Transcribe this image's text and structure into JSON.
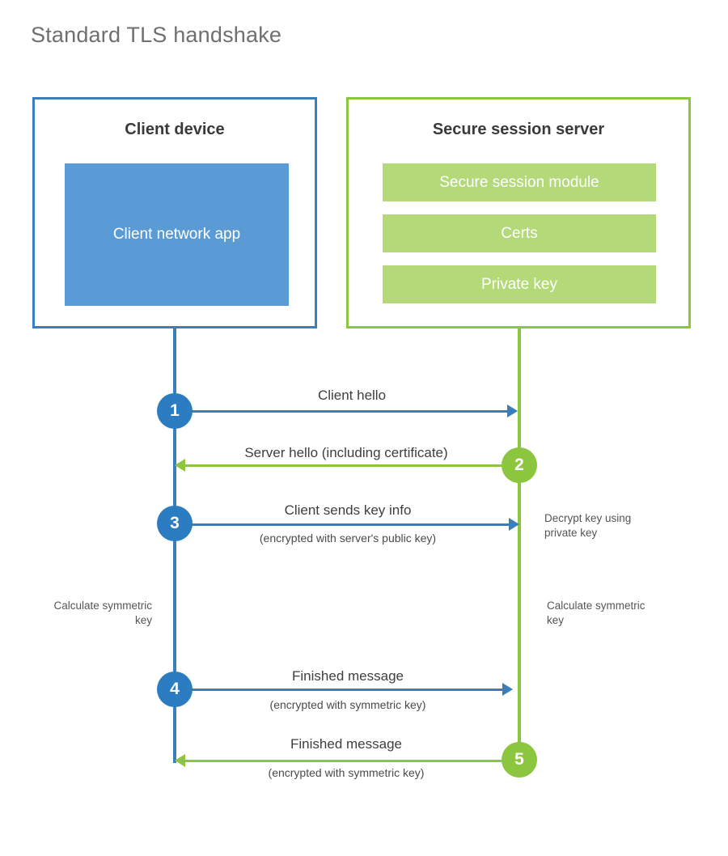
{
  "title": "Standard TLS handshake",
  "colors": {
    "client_blue": "#3a7ebc",
    "client_app_fill": "#5b9bd5",
    "server_green": "#8cc63f",
    "server_bar_fill": "#b4d978",
    "step_blue": "#2b7cc0",
    "title_gray": "#6f6f6f"
  },
  "client": {
    "title": "Client device",
    "app_label": "Client network app"
  },
  "server": {
    "title": "Secure session server",
    "bars": [
      {
        "label": "Secure session module"
      },
      {
        "label": "Certs"
      },
      {
        "label": "Private key"
      }
    ]
  },
  "steps": [
    {
      "number": "1",
      "label": "Client hello",
      "sublabel": "",
      "direction": "client-to-server",
      "color": "blue"
    },
    {
      "number": "2",
      "label": "Server hello (including certificate)",
      "sublabel": "",
      "direction": "server-to-client",
      "color": "green"
    },
    {
      "number": "3",
      "label": "Client sends key info",
      "sublabel": "(encrypted with server's public key)",
      "direction": "client-to-server",
      "color": "blue"
    },
    {
      "number": "4",
      "label": "Finished message",
      "sublabel": "(encrypted with symmetric key)",
      "direction": "client-to-server",
      "color": "blue"
    },
    {
      "number": "5",
      "label": "Finished message",
      "sublabel": "(encrypted with symmetric key)",
      "direction": "server-to-client",
      "color": "green"
    }
  ],
  "annotations": {
    "server_decrypt": "Decrypt key using private key",
    "client_calc_symmetric": "Calculate symmetric key",
    "server_calc_symmetric": "Calculate symmetric key"
  }
}
